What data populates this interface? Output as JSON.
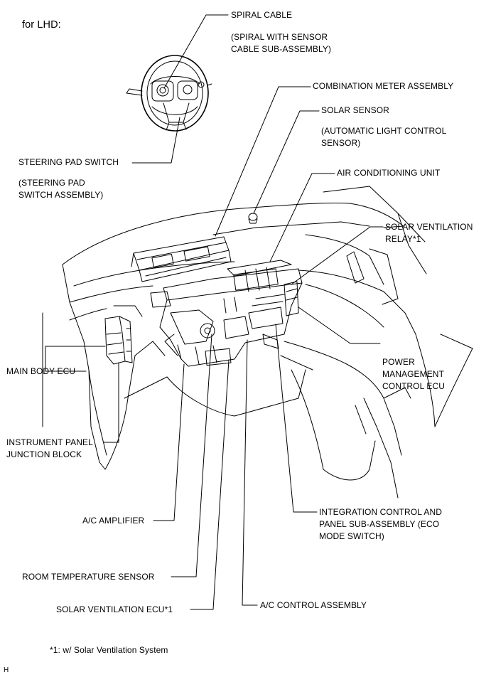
{
  "header": {
    "variant": "for LHD:"
  },
  "labels": {
    "spiral_cable": "SPIRAL CABLE",
    "spiral_cable_sub": "(SPIRAL WITH SENSOR\nCABLE SUB-ASSEMBLY)",
    "combination_meter": "COMBINATION METER ASSEMBLY",
    "solar_sensor": "SOLAR SENSOR",
    "solar_sensor_sub": "(AUTOMATIC LIGHT CONTROL\nSENSOR)",
    "steering_pad_switch": "STEERING PAD SWITCH",
    "steering_pad_switch_sub": "(STEERING PAD\nSWITCH ASSEMBLY)",
    "air_conditioning_unit": "AIR CONDITIONING UNIT",
    "solar_ventilation_relay": "SOLAR VENTILATION\nRELAY*1",
    "power_management_ecu": "POWER\nMANAGEMENT\nCONTROL ECU",
    "main_body_ecu": "MAIN BODY ECU",
    "instrument_panel_jb": "INSTRUMENT PANEL\nJUNCTION BLOCK",
    "ac_amplifier": "A/C AMPLIFIER",
    "integration_control": "INTEGRATION CONTROL AND\nPANEL SUB-ASSEMBLY (ECO\nMODE SWITCH)",
    "room_temp_sensor": "ROOM TEMPERATURE SENSOR",
    "solar_ventilation_ecu": "SOLAR VENTILATION ECU*1",
    "ac_control_assembly": "A/C CONTROL ASSEMBLY"
  },
  "footnote": "*1: w/ Solar Ventilation System",
  "corner_mark": "H"
}
